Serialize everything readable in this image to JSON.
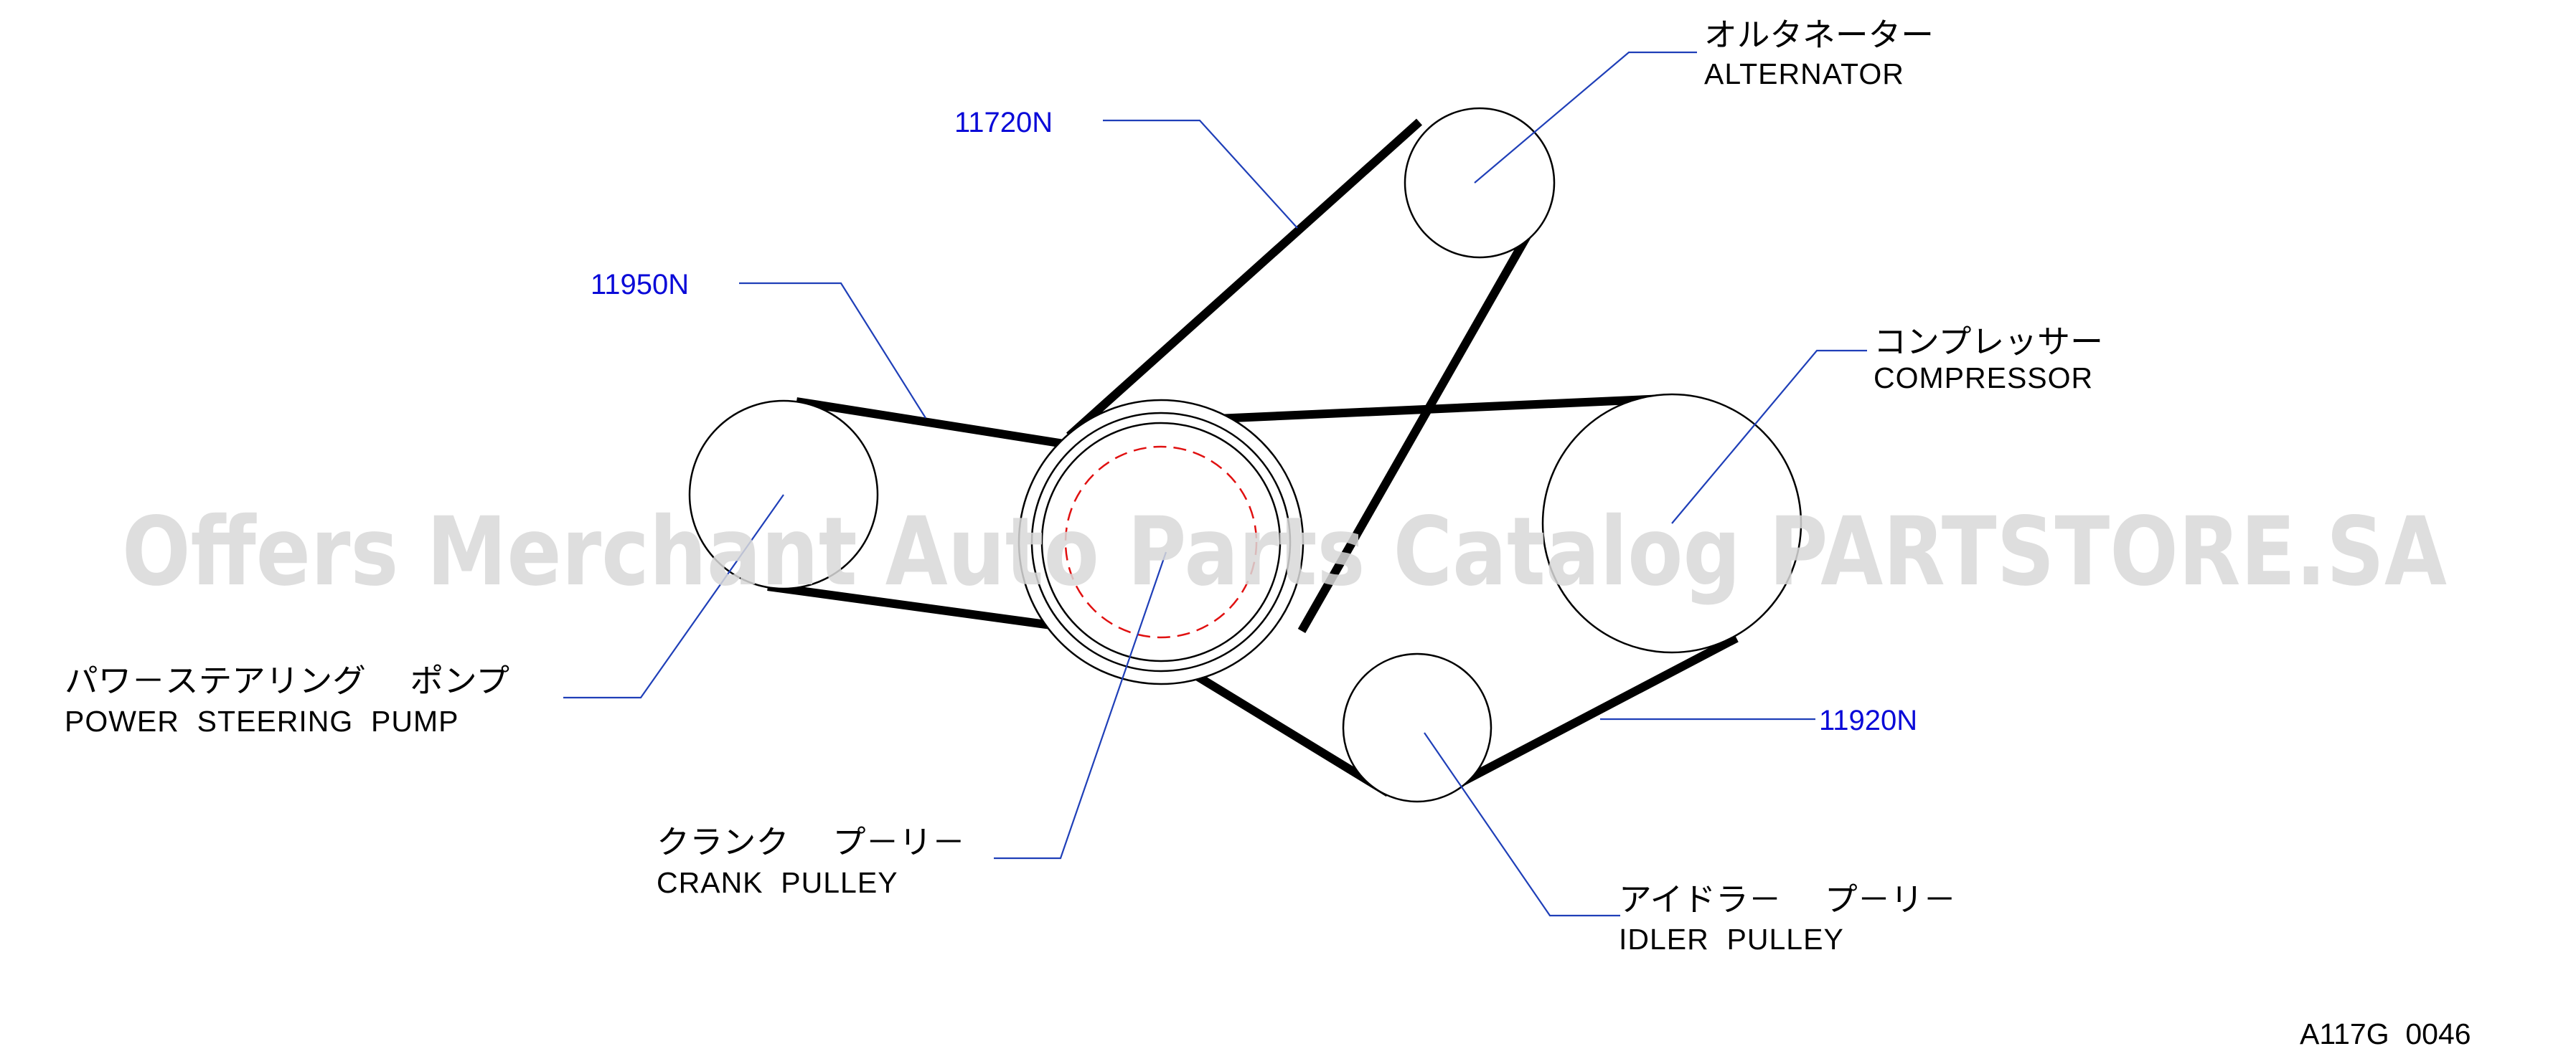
{
  "diagram": {
    "components": {
      "alternator": {
        "jp": "オルタネーター",
        "en": "ALTERNATOR"
      },
      "compressor": {
        "jp": "コンプレッサー",
        "en": "COMPRESSOR"
      },
      "power_steering_pump": {
        "jp": "パワ－ステアリング　 ポンプ",
        "en": "POWER  STEERING  PUMP"
      },
      "crank_pulley": {
        "jp": "クランク　 プ－リ－",
        "en": "CRANK  PULLEY"
      },
      "idler_pulley": {
        "jp": "アイドラ－　 プ－リ－",
        "en": "IDLER  PULLEY"
      }
    },
    "part_numbers": {
      "belt_alternator": "11720N",
      "belt_power_steering": "11950N",
      "belt_compressor": "11920N"
    },
    "figure_code": "A117G  0046",
    "watermark": "Offers Merchant Auto Parts Catalog PARTSTORE.SA",
    "colors": {
      "part_number": "#0a0ad8",
      "leader_line": "#1f3fb8",
      "crank_dash": "#e01010",
      "watermark": "#d8d8d8"
    }
  }
}
